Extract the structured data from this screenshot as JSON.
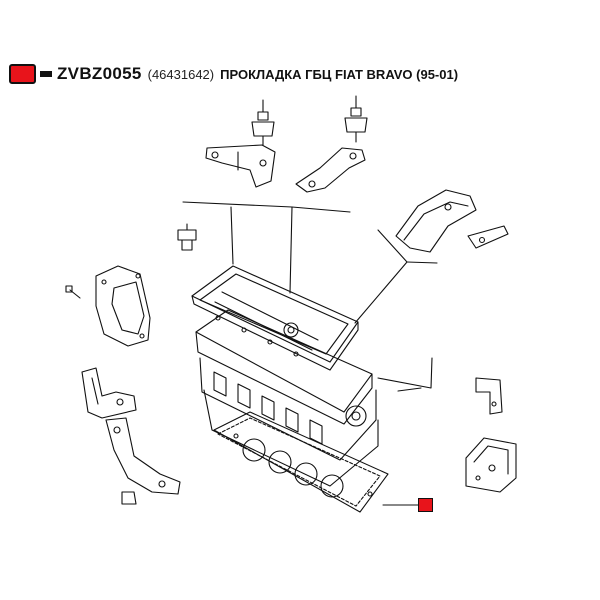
{
  "header": {
    "code": "ZVBZ0055",
    "ref": "(46431642)",
    "title": "ПРОКЛАДКА ГБЦ FIAT BRAVO (95-01)"
  },
  "colors": {
    "marker": "#e8141b",
    "line": "#111111"
  },
  "icons": {
    "marker": "red-square-marker",
    "callout": "red-square-callout"
  }
}
